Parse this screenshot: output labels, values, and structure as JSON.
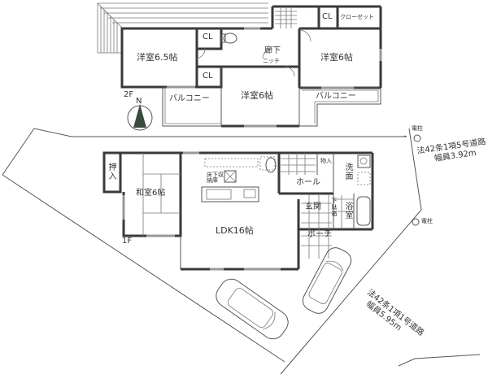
{
  "floor2": {
    "label": "2F",
    "north": "N",
    "rooms": [
      {
        "name": "western-room-1",
        "label": "洋室6.5帖"
      },
      {
        "name": "western-room-2",
        "label": "洋室6帖"
      },
      {
        "name": "western-room-3",
        "label": "洋室6帖"
      },
      {
        "name": "hallway",
        "label": "廊下"
      },
      {
        "name": "niche",
        "label": "ニッチ"
      },
      {
        "name": "closet-1",
        "label": "CL"
      },
      {
        "name": "closet-2",
        "label": "CL"
      },
      {
        "name": "closet-3",
        "label": "CL"
      },
      {
        "name": "walk-closet",
        "label": "クローゼット"
      },
      {
        "name": "balcony-1",
        "label": "バルコニー"
      },
      {
        "name": "balcony-2",
        "label": "バルコニー"
      }
    ]
  },
  "floor1": {
    "label": "1F",
    "rooms": [
      {
        "name": "japanese-room",
        "label": "和室6帖"
      },
      {
        "name": "oshiire",
        "label": "押入"
      },
      {
        "name": "ldk",
        "label": "LDK16帖"
      },
      {
        "name": "underfloor-storage",
        "label": "床下収納庫"
      },
      {
        "name": "hall",
        "label": "ホール"
      },
      {
        "name": "storage",
        "label": "物入"
      },
      {
        "name": "washroom",
        "label": "洗面"
      },
      {
        "name": "entrance",
        "label": "玄関"
      },
      {
        "name": "shoe-box",
        "label": "下駄箱"
      },
      {
        "name": "bathroom",
        "label": "浴室"
      },
      {
        "name": "porch",
        "label": "ポーチ"
      }
    ]
  },
  "site": {
    "road_north": {
      "line1": "法42条1項5号道路",
      "line2": "幅員3.92m"
    },
    "road_south": {
      "line1": "法42条1項1号道路",
      "line2": "幅員5.95m"
    },
    "pole_1": "電柱",
    "pole_2": "電柱"
  }
}
